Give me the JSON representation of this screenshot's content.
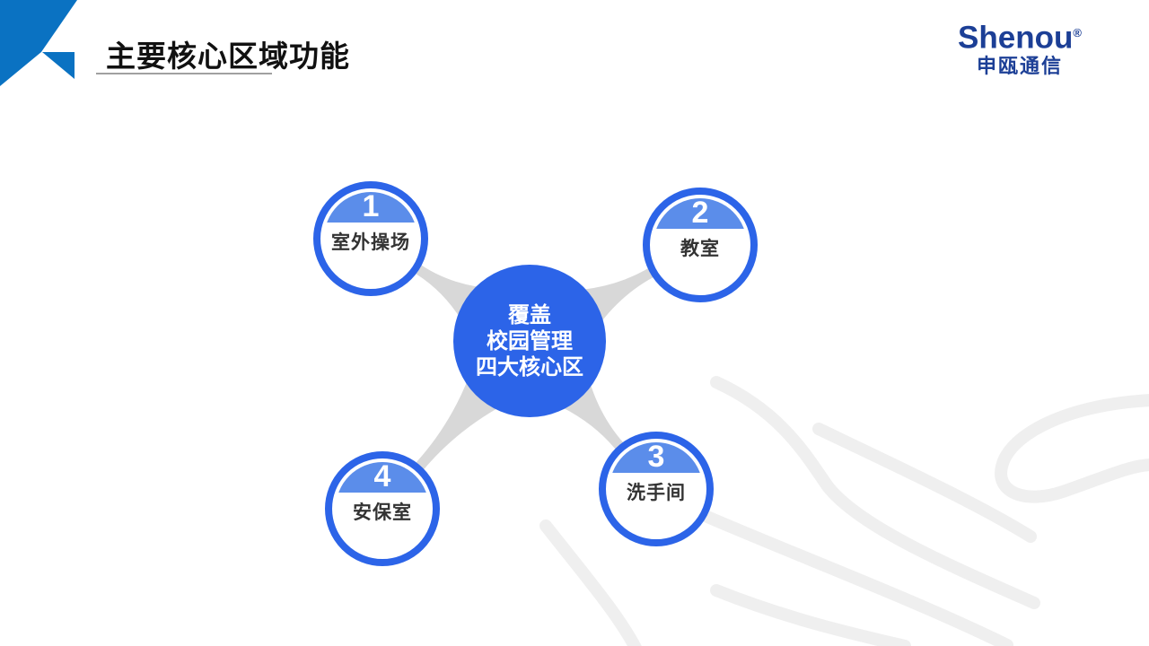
{
  "slide": {
    "title": "主要核心区域功能",
    "logo": {
      "name": "Shenou",
      "reg": "®",
      "subtitle": "申瓯通信"
    },
    "center": {
      "lines": [
        "覆盖",
        "校园管理",
        "四大核心区"
      ]
    },
    "nodes": [
      {
        "number": "1",
        "label": "室外操场"
      },
      {
        "number": "2",
        "label": "教室"
      },
      {
        "number": "3",
        "label": "洗手间"
      },
      {
        "number": "4",
        "label": "安保室"
      }
    ],
    "colors": {
      "corner_blue": "#0a72c2",
      "node_blue": "#2c64e8",
      "cap_blue": "#5b8dea",
      "logo_blue": "#1c3f96",
      "connector_gray": "#d8d8d8",
      "watermark_gray": "#efefef",
      "label_dark": "#333333",
      "title_dark": "#111111",
      "underline_gray": "#a0a0a0"
    }
  }
}
